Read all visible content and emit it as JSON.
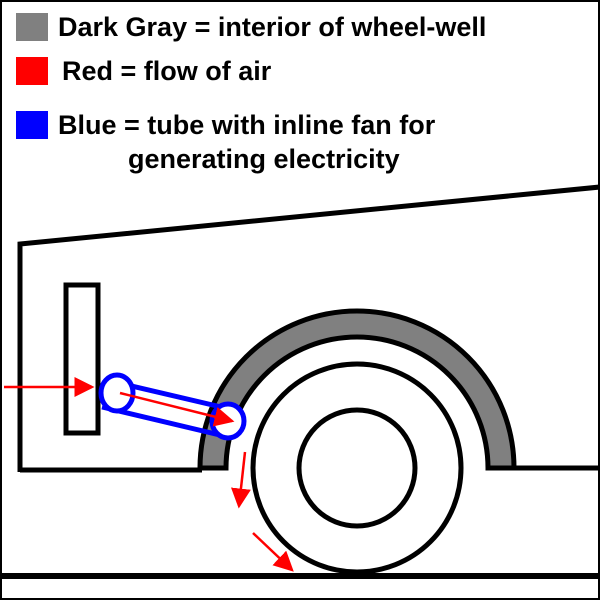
{
  "legend": {
    "gray": {
      "label": "Dark Gray = interior of wheel-well",
      "color": "#808080"
    },
    "red": {
      "label": "Red = flow of air",
      "color": "#ff0000"
    },
    "blue": {
      "label_line1": "Blue = tube with inline fan for",
      "label_line2": "generating electricity",
      "color": "#0000ff"
    }
  },
  "colors": {
    "outline": "#000000",
    "wheel_well": "#808080",
    "air_flow": "#ff0000",
    "fan_tube": "#0000ff"
  }
}
